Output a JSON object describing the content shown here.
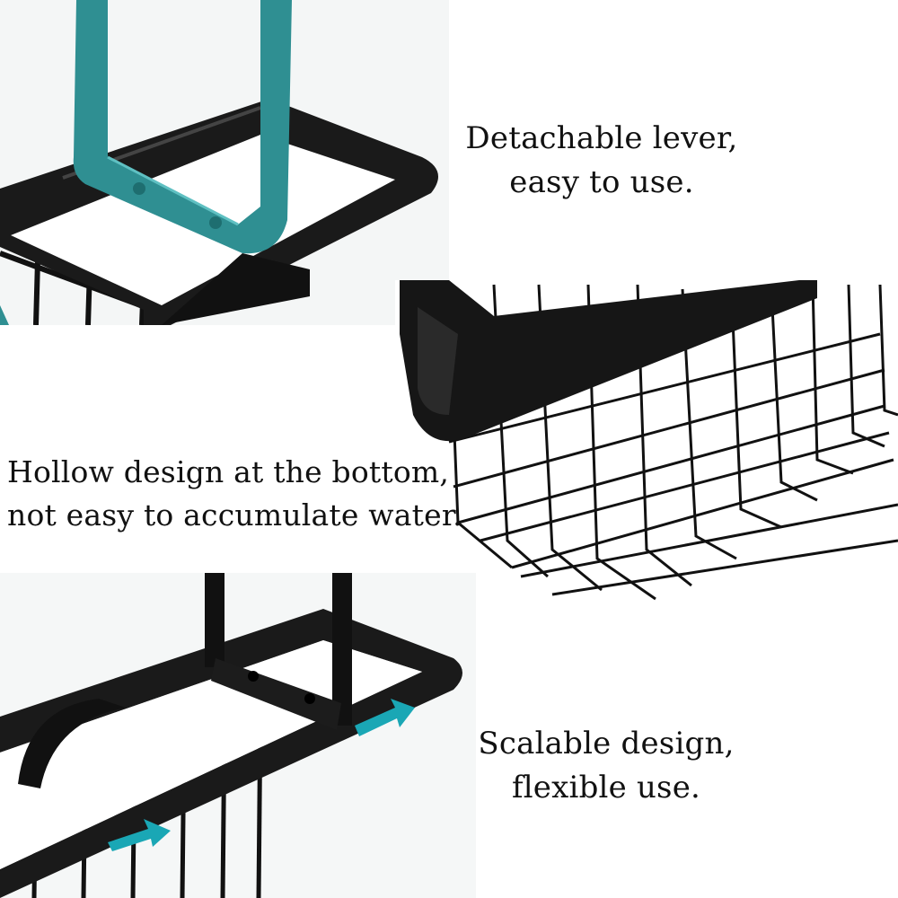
{
  "captions": {
    "detachable": {
      "line1": "Detachable lever,",
      "line2": "easy to use."
    },
    "hollow": {
      "line1": "Hollow design at the bottom,",
      "line2": "not easy to accumulate water."
    },
    "scalable": {
      "line1": "Scalable design,",
      "line2": "flexible use."
    }
  },
  "colors": {
    "lever": "#2f8f92",
    "frame": "#111111",
    "arrow": "#1aa7b5",
    "background": "#ffffff"
  }
}
